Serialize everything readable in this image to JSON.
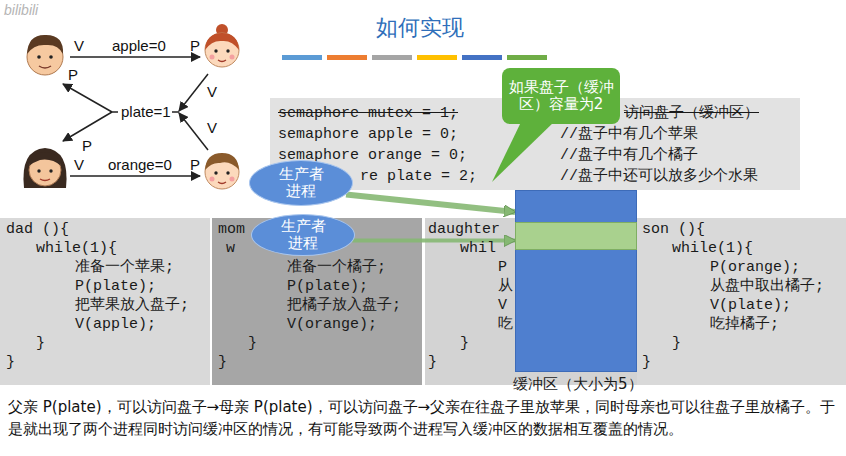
{
  "diagram": {
    "title": "如何实现",
    "caption": "父亲 P(plate)，可以访问盘子→母亲 P(plate)，可以访问盘子→父亲在往盘子里放苹果，同时母亲也可以往盘子里放橘子。于是就出现了两个进程同时访问缓冲区的情况，有可能导致两个进程写入缓冲区的数据相互覆盖的情况。",
    "nodes": [
      {
        "text": [
          "semaphore mutex = 1;",
          "访问盘子（缓冲区）",
          "semaphore apple = 0;",
          "//盘子中有几个苹果",
          "semaphore orange = 0;",
          "//盘子中有几个橘子",
          "re plate = 2;",
          "//盘子中还可以放多少个水果"
        ]
      },
      {
        "text": [
          "如果盘子（缓冲区）容量为2"
        ]
      },
      {
        "text": [
          "生产者进程"
        ]
      },
      {
        "text": [
          "生产者进程"
        ]
      },
      {
        "text": [
          "dad (){",
          "while(1){",
          "准备一个苹果;",
          "P(plate);",
          "把苹果放入盘子;",
          "V(apple);",
          "}",
          "}"
        ]
      },
      {
        "text": [
          "mom",
          "w",
          "准备一个橘子;",
          "P(plate);",
          "把橘子放入盘子;",
          "V(orange);",
          "}",
          "}"
        ]
      },
      {
        "text": [
          "daughter",
          "whil",
          "P",
          "从",
          "V",
          "吃",
          "}",
          "}"
        ]
      },
      {
        "text": [
          "son (){",
          "while(1){",
          "P(orange);",
          "从盘中取出橘子;",
          "V(plate);",
          "吃掉橘子;",
          "}",
          "}"
        ]
      },
      {
        "text": [
          "缓冲区（大小为5）"
        ]
      }
    ],
    "edges": [
      {
        "from": 2,
        "to": 8,
        "arrow": "to"
      },
      {
        "from": 3,
        "to": 8,
        "arrow": "to"
      }
    ],
    "labels": [
      "bilibili",
      "V",
      "apple=0",
      "P",
      "P",
      "V",
      "plate=1",
      "P",
      "V",
      "V",
      "orange=0",
      "P"
    ]
  }
}
